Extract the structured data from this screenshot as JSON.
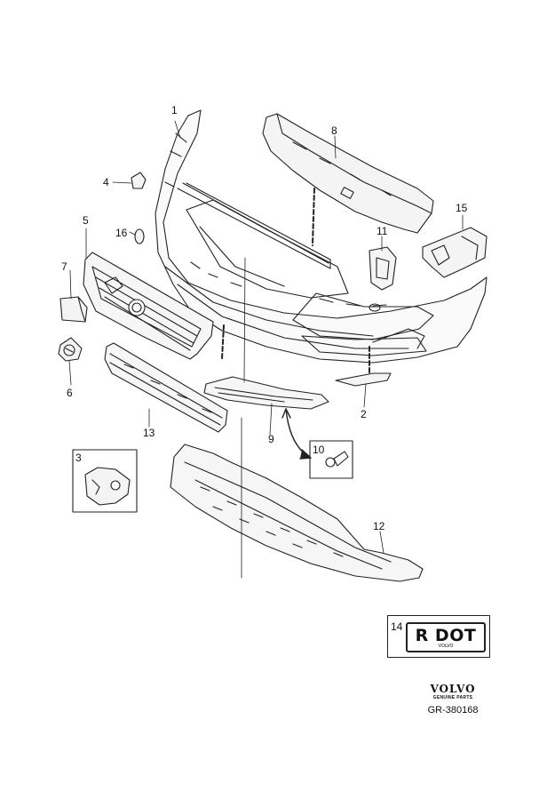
{
  "diagram": {
    "callouts": {
      "c1": "1",
      "c2": "2",
      "c3": "3",
      "c4": "4",
      "c5": "5",
      "c6": "6",
      "c7": "7",
      "c8": "8",
      "c9": "9",
      "c10": "10",
      "c11": "11",
      "c12": "12",
      "c13": "13",
      "c14": "14",
      "c15": "15",
      "c16": "16"
    },
    "plate": {
      "text": "R DOT",
      "sub": "VOLVO"
    },
    "brand": {
      "logo": "VOLVO",
      "tagline": "GENUINE PARTS"
    },
    "reference": "GR-380168"
  }
}
